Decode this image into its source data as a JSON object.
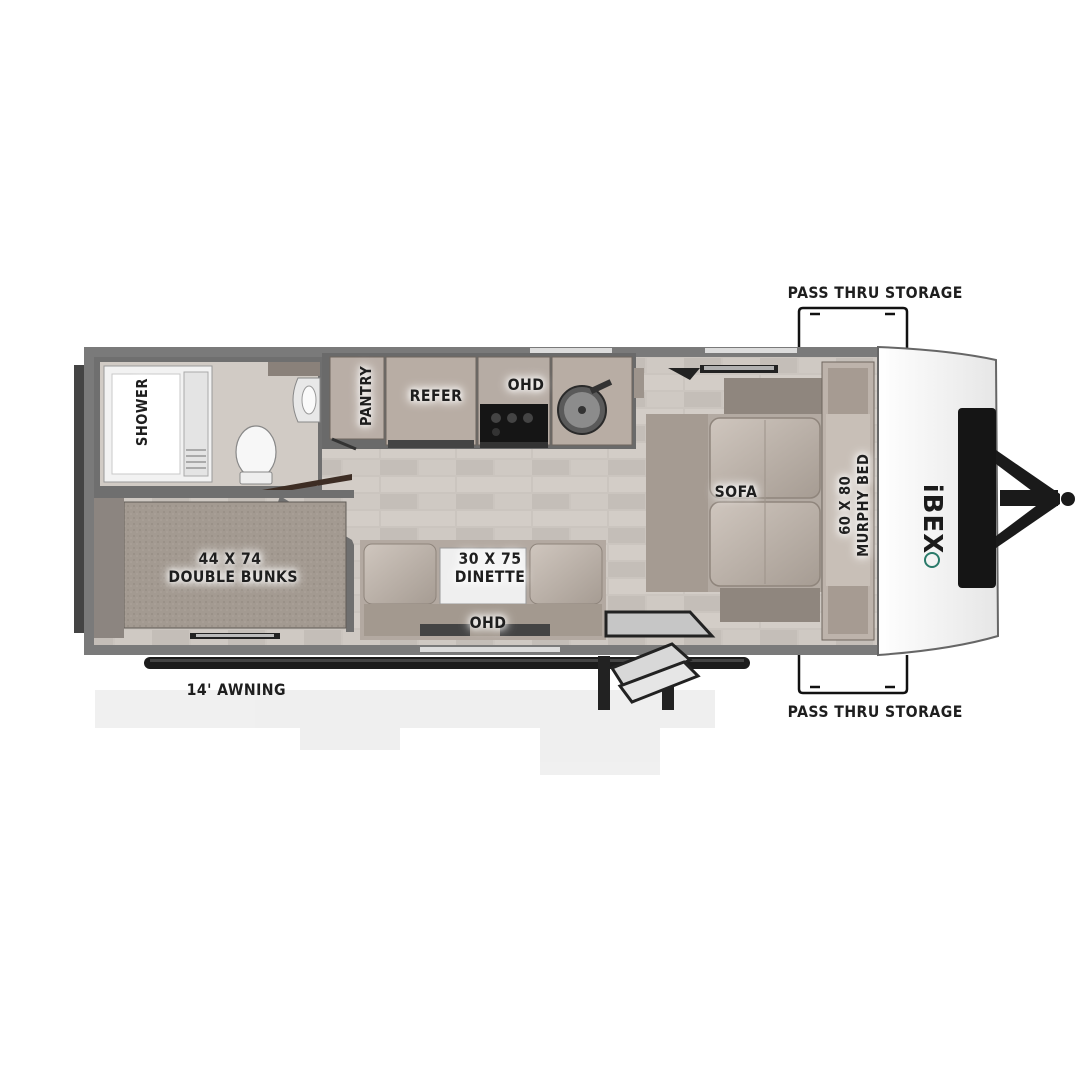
{
  "labels": {
    "pass_thru_top": "PASS THRU STORAGE",
    "pass_thru_bottom": "PASS THRU STORAGE",
    "shower": "SHOWER",
    "pantry": "PANTRY",
    "refer": "REFER",
    "ohd_top": "OHD",
    "sofa": "SOFA",
    "murphy_line1": "60 X 80",
    "murphy_line2": "MURPHY BED",
    "bunks_line1": "44 X 74",
    "bunks_line2": "DOUBLE BUNKS",
    "dinette_line1": "30 X 75",
    "dinette_line2": "DINETTE",
    "ohd_bottom": "OHD",
    "awning": "14' AWNING"
  },
  "brand": {
    "logo_text": "iBEX"
  },
  "colors": {
    "wall": "#7a7a7a",
    "floor": "#c9c3bd",
    "carpet": "#a49c93",
    "cabinet": "#b7ada5",
    "cap": "#f4f4f4",
    "dark": "#1a1a1a"
  }
}
